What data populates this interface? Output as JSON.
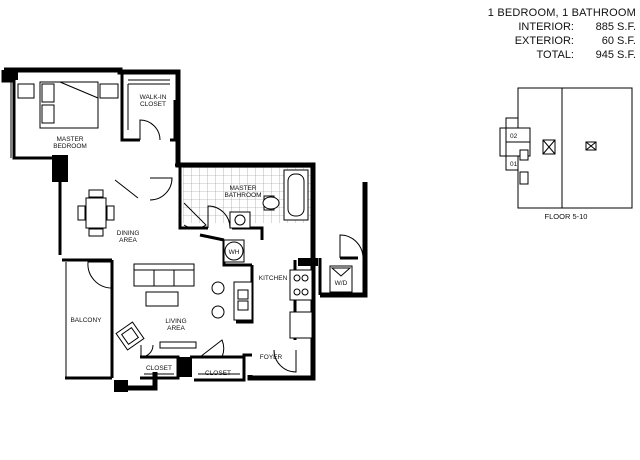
{
  "header": {
    "unit_type": "1 BEDROOM, 1 BATHROOM",
    "specs": [
      {
        "label": "INTERIOR:",
        "value": "885 S.F."
      },
      {
        "label": "EXTERIOR:",
        "value": "60 S.F."
      },
      {
        "label": "TOTAL:",
        "value": "945 S.F."
      }
    ]
  },
  "rooms": {
    "master_bedroom": [
      "MASTER",
      "BEDROOM"
    ],
    "walk_in_closet": [
      "WALK-IN",
      "CLOSET"
    ],
    "master_bathroom": [
      "MASTER",
      "BATHROOM"
    ],
    "dining_area": [
      "DINING",
      "AREA"
    ],
    "living_area": [
      "LIVING",
      "AREA"
    ],
    "balcony": "BALCONY",
    "kitchen": "KITCHEN",
    "water_heater": "WH",
    "washer_dryer": "W/D",
    "foyer": "FOYER",
    "closet_left": "CLOSET",
    "closet_right": "CLOSET"
  },
  "keyplan": {
    "floor_label": "FLOOR 5-10",
    "unit_numbers": [
      "02",
      "01"
    ]
  }
}
